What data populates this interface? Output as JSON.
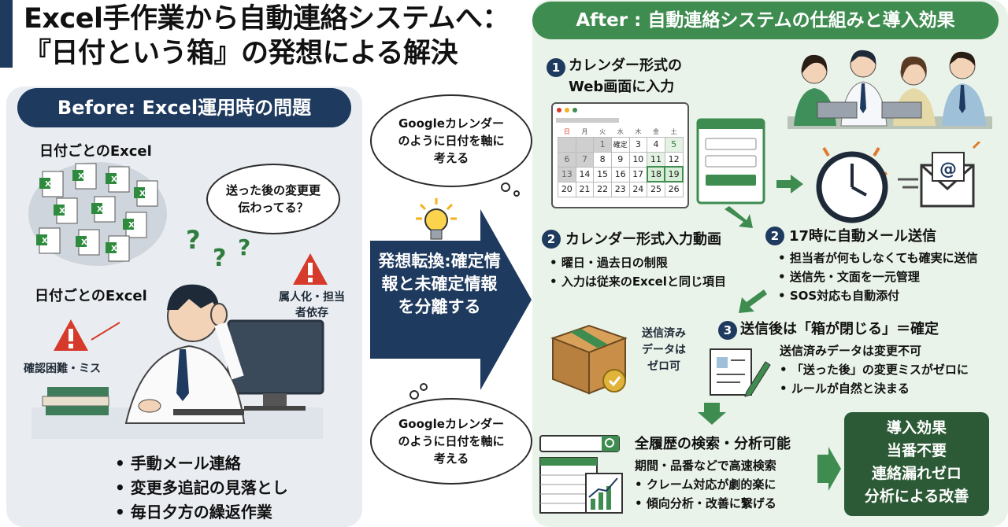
{
  "title": {
    "line1": "Excel手作業から自動連絡システムへ：",
    "line2": "『日付という箱』の発想による解決"
  },
  "before": {
    "header": "Before: Excel運用時の問題",
    "label_top": "日付ごとのExcel",
    "label_bottom": "日付ごとのExcel",
    "bubble": "送った後の変更更伝わってる？",
    "warn_right": "属人化・担当者依存",
    "warn_left": "確認困難・ミス",
    "bullets": [
      "手動メール連絡",
      "変更多追記の見落とし",
      "毎日夕方の繰返作業"
    ]
  },
  "middle": {
    "bubble_top": "Googleカレンダーのように日付を軸に考える",
    "arrow_text": "発想転換:確定情報と未確定情報を分離する",
    "bubble_bottom": "Googleカレンダーのように日付を軸に考える"
  },
  "after": {
    "header": "After : 自動連絡システムの仕組みと導入効果",
    "step1": {
      "num": "1",
      "title": "カレンダー形式のWeb画面に入力"
    },
    "calendar": {
      "weekdays": [
        "日",
        "月",
        "火",
        "水",
        "木",
        "金",
        "土"
      ],
      "rows": [
        [
          "",
          "",
          "1",
          "確定",
          "3",
          "4",
          "5"
        ],
        [
          "6",
          "7",
          "8",
          "9",
          "10",
          "11",
          "12"
        ],
        [
          "13",
          "14",
          "15",
          "16",
          "17",
          "18",
          "19"
        ],
        [
          "20",
          "21",
          "22",
          "23",
          "24",
          "25",
          "26"
        ]
      ]
    },
    "step2a": {
      "num": "2",
      "title": "カレンダー形式入力動画",
      "items": [
        "曜日・過去日の制限",
        "入力は従来のExcelと同じ項目"
      ]
    },
    "step2b": {
      "num": "2",
      "title": "17時に自動メール送信",
      "items": [
        "担当者が何もしなくても確実に送信",
        "送信先・文面を一元管理",
        "SOS対応も自動添付"
      ]
    },
    "box_caption": "送信済みデータはゼロ可",
    "step3": {
      "num": "3",
      "title": "送信後は「箱が閉じる」＝確定",
      "items": [
        "送信済みデータは変更不可",
        "「送った後」の変更ミスがゼロに",
        "ルールが自然と決まる"
      ]
    },
    "history": {
      "title": "全履歴の検索・分析可能",
      "sub": "期間・品番などで高速検索",
      "items": [
        "クレーム対応が劇的楽に",
        "傾向分析・改善に繋げる"
      ]
    },
    "result": {
      "title": "導入効果",
      "items": [
        "当番不要",
        "連絡漏れゼロ",
        "分析による改善"
      ]
    }
  },
  "colors": {
    "navy": "#1f3a5f",
    "green": "#3e8c50",
    "dark_green": "#2d5a36",
    "warn_red": "#d63a2a"
  }
}
